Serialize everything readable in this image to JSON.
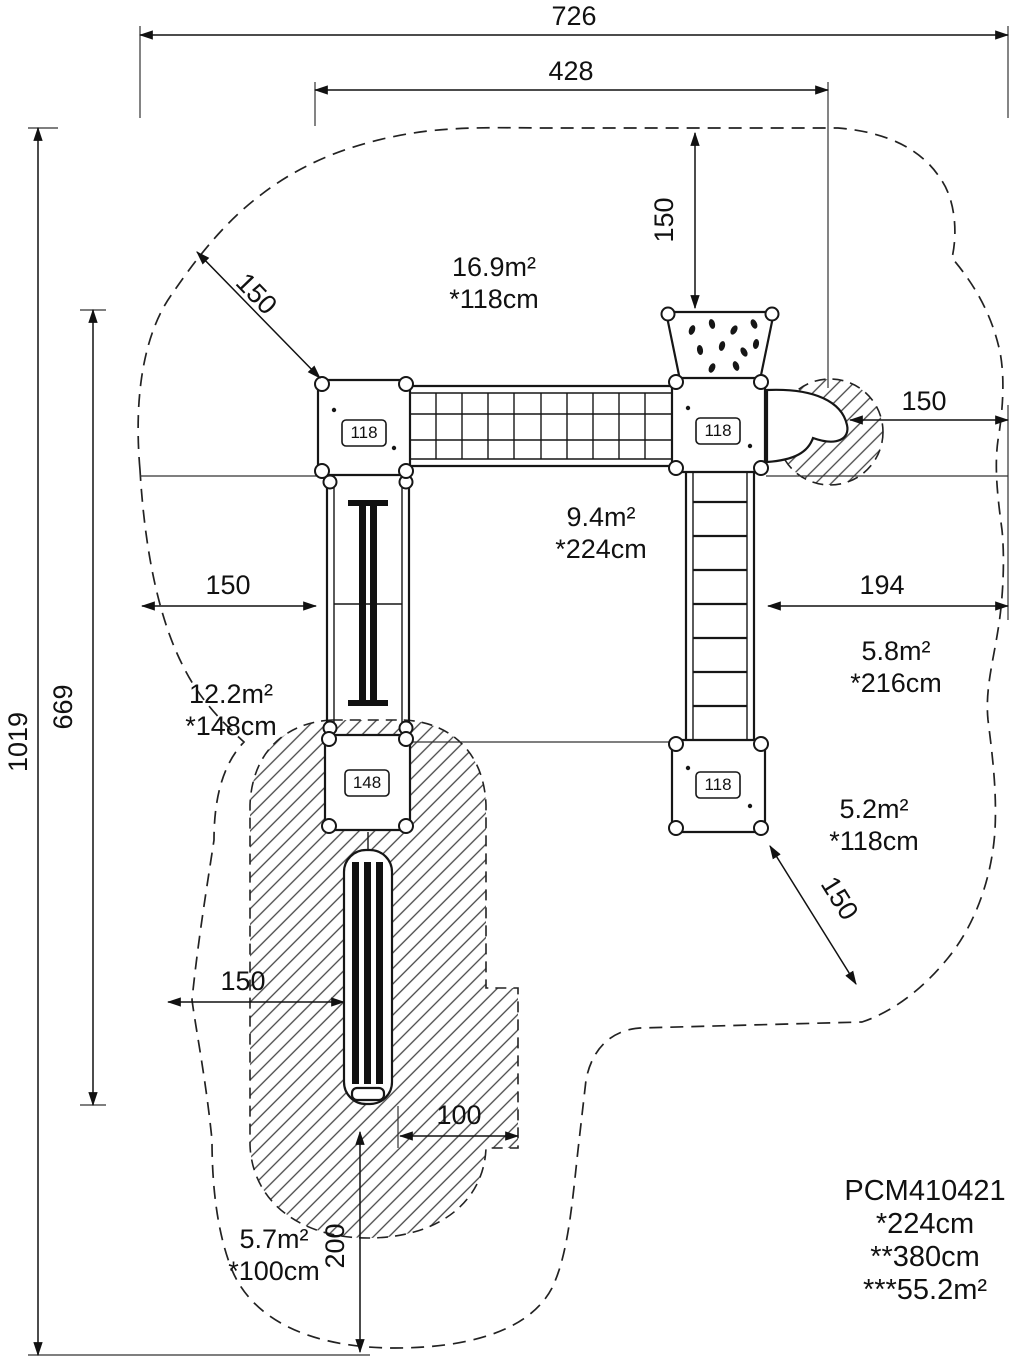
{
  "dims": {
    "overall_width": "726",
    "inner_width": "428",
    "overall_height": "1019",
    "left_height": "669",
    "radius": "150",
    "right_width": "194",
    "pole_offset": "100",
    "bottom_clearance": "200"
  },
  "areas": {
    "zone1": {
      "area": "16.9m²",
      "height": "*118cm"
    },
    "zone2": {
      "area": "9.4m²",
      "height": "*224cm"
    },
    "zone3": {
      "area": "5.8m²",
      "height": "*216cm"
    },
    "zone4": {
      "area": "12.2m²",
      "height": "*148cm"
    },
    "zone5": {
      "area": "5.2m²",
      "height": "*118cm"
    },
    "zone6": {
      "area": "5.7m²",
      "height": "*100cm"
    }
  },
  "platforms": {
    "top_left": "118",
    "top_right": "118",
    "bottom_right": "118",
    "bottom_left": "148"
  },
  "legend": {
    "code": "PCM410421",
    "star1": "*224cm",
    "star2": "**380cm",
    "star3": "***55.2m²"
  },
  "colors": {
    "ink": "#161616"
  }
}
